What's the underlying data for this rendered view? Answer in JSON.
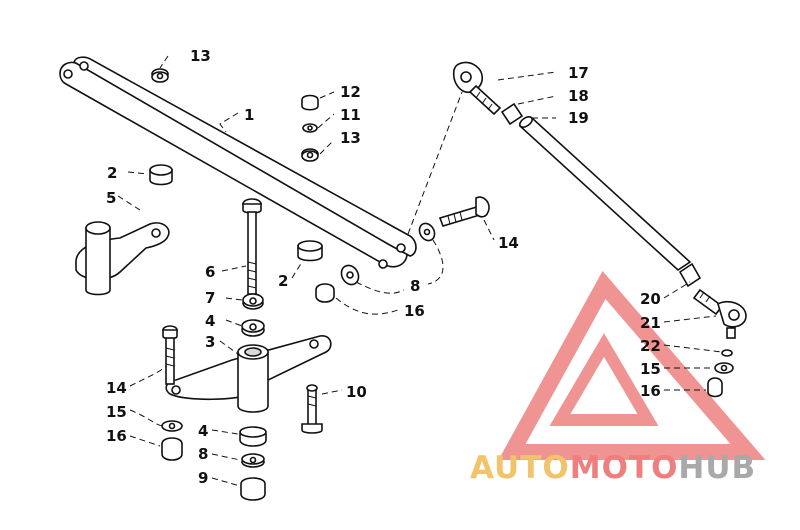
{
  "labels": {
    "p1": "1",
    "p2a": "2",
    "p2b": "2",
    "p3": "3",
    "p4a": "4",
    "p4b": "4",
    "p5": "5",
    "p6": "6",
    "p7": "7",
    "p8a": "8",
    "p8b": "8",
    "p9": "9",
    "p10": "10",
    "p11": "11",
    "p12": "12",
    "p13a": "13",
    "p13b": "13",
    "p14a": "14",
    "p14b": "14",
    "p15a": "15",
    "p15b": "15",
    "p16a": "16",
    "p16b": "16",
    "p16c": "16",
    "p17": "17",
    "p18": "18",
    "p19": "19",
    "p20": "20",
    "p21": "21",
    "p22": "22"
  },
  "watermark": {
    "part1": "AUTO",
    "part2": "MOTO",
    "part3": "HUB",
    "colors": {
      "part1": "#f3c36b",
      "part2": "#ef7f7f",
      "part3": "#a9a9a9",
      "triangle": "#e23a3a"
    }
  }
}
